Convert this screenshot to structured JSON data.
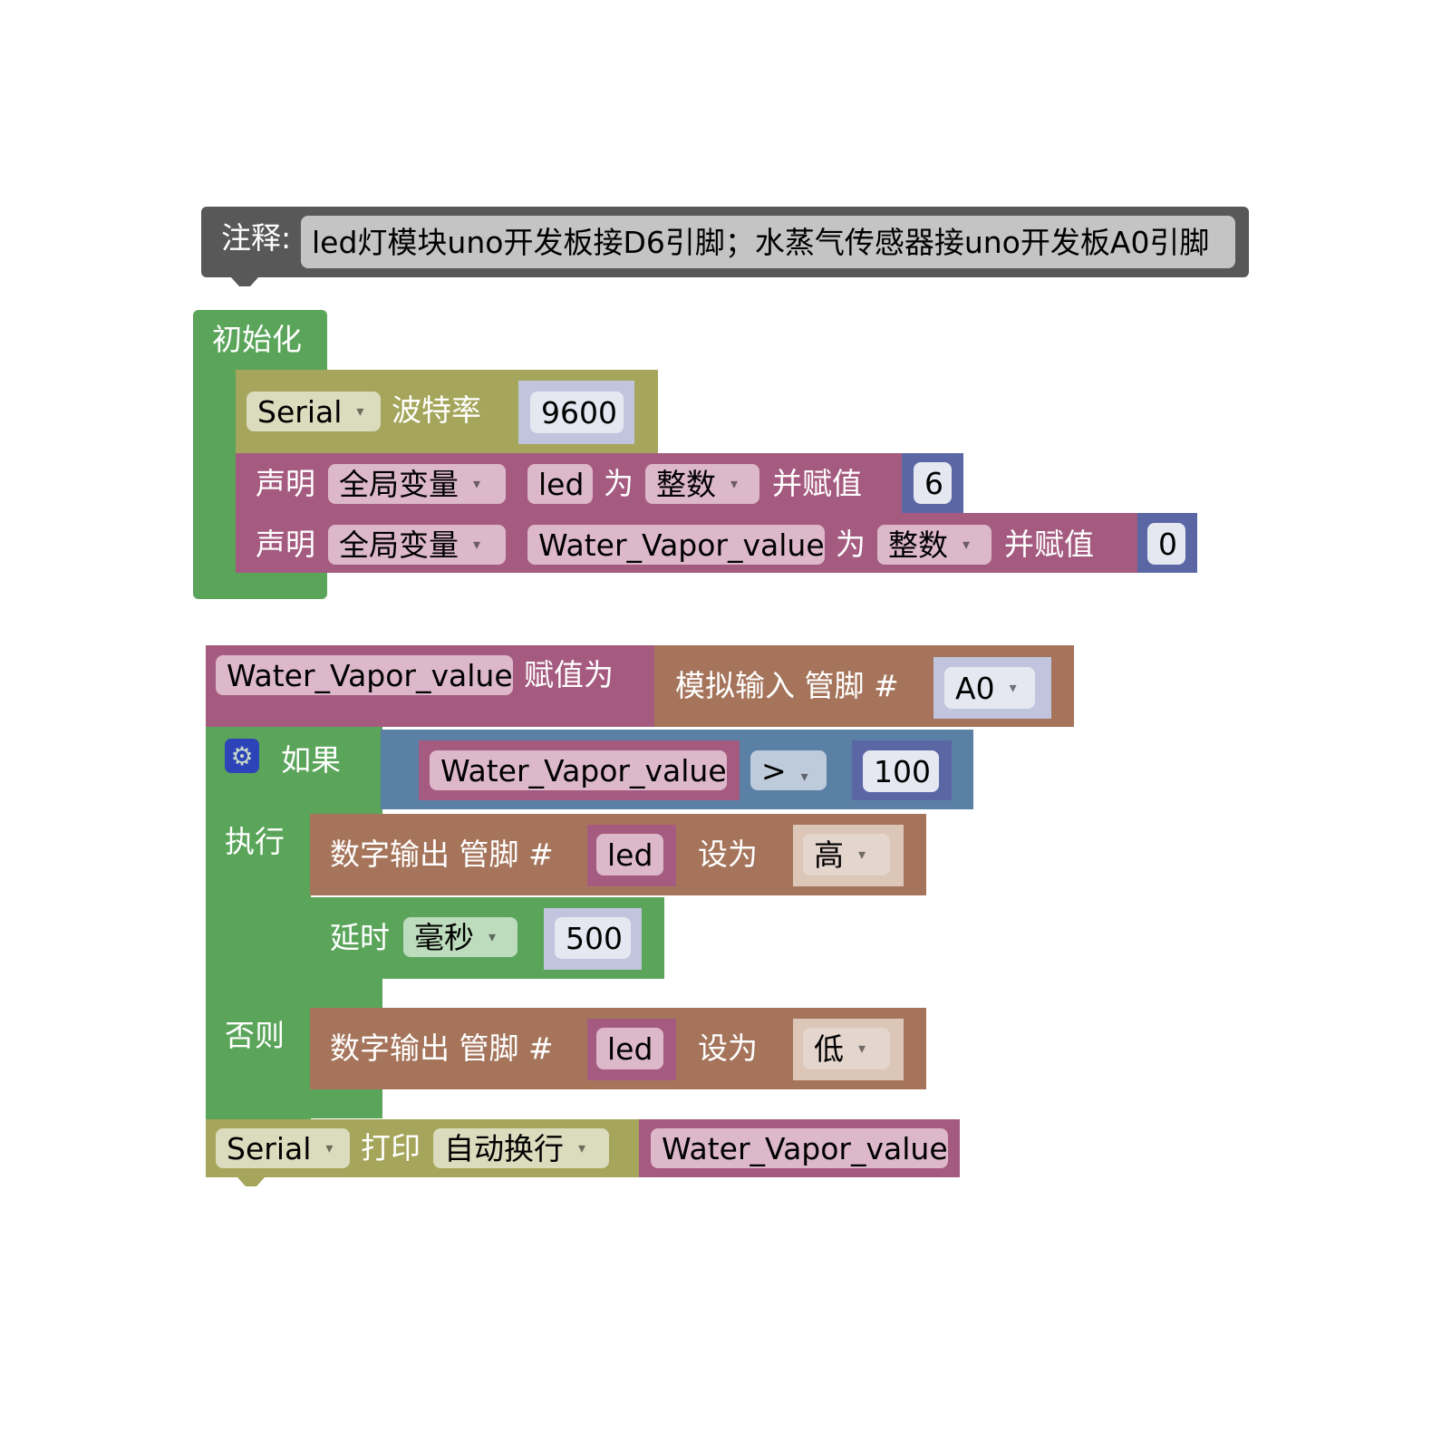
{
  "comment": {
    "label": "注释:",
    "text": "led灯模块uno开发板接D6引脚；水蒸气传感器接uno开发板A0引脚"
  },
  "setup": {
    "label": "初始化",
    "serial": {
      "port": "Serial",
      "label": "波特率",
      "value": "9600"
    },
    "decl1": {
      "label": "声明",
      "scope": "全局变量",
      "name": "led",
      "as": "为",
      "type": "整数",
      "assign": "并赋值",
      "value": "6"
    },
    "decl2": {
      "label": "声明",
      "scope": "全局变量",
      "name": "Water_Vapor_value",
      "as": "为",
      "type": "整数",
      "assign": "并赋值",
      "value": "0"
    }
  },
  "loop": {
    "assign": {
      "var": "Water_Vapor_value",
      "label": "赋值为",
      "func": "模拟输入 管脚 #",
      "pin": "A0"
    },
    "if": {
      "label": "如果",
      "var": "Water_Vapor_value",
      "op": ">",
      "value": "100",
      "then": "执行",
      "else": "否则"
    },
    "then_write": {
      "label": "数字输出 管脚 #",
      "pin": "led",
      "set": "设为",
      "level": "高"
    },
    "delay": {
      "label": "延时",
      "unit": "毫秒",
      "value": "500"
    },
    "else_write": {
      "label": "数字输出 管脚 #",
      "pin": "led",
      "set": "设为",
      "level": "低"
    },
    "print": {
      "port": "Serial",
      "label": "打印",
      "mode": "自动换行",
      "var": "Water_Vapor_value"
    }
  },
  "colors": {
    "comment": "#585858",
    "control": "#5ba55b",
    "serial": "#a5a55b",
    "variable": "#a55b80",
    "io": "#a5745b",
    "logic": "#5b80a5",
    "math": "#5b67a5"
  }
}
